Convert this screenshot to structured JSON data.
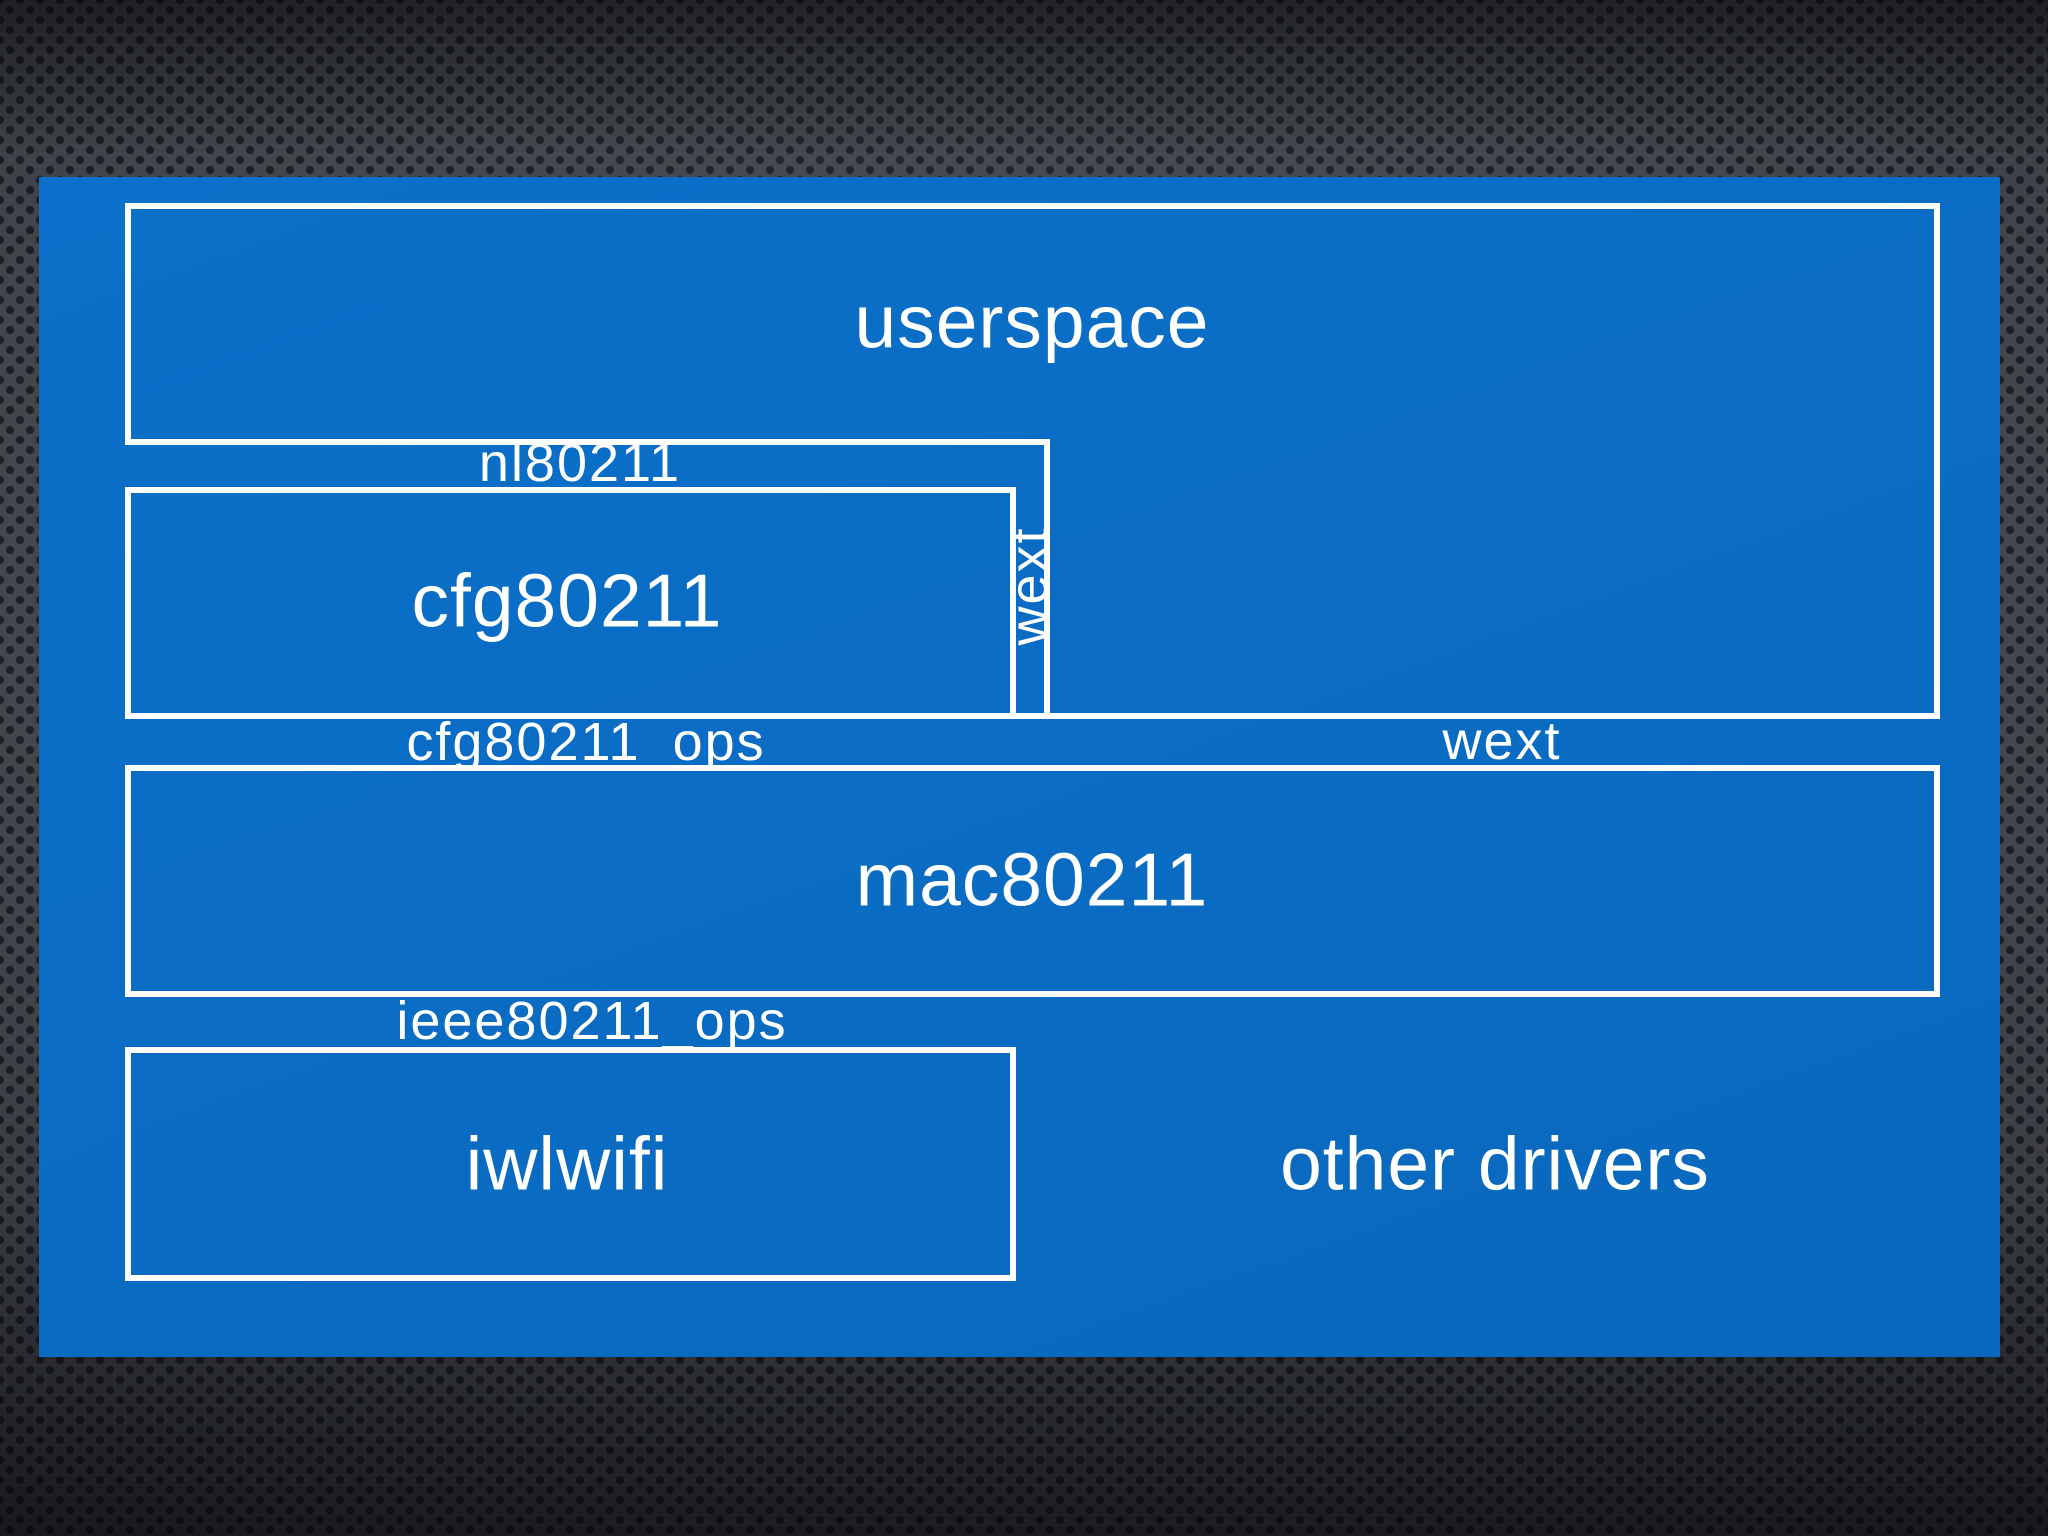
{
  "slide": {
    "boxes": {
      "userspace": {
        "label": "userspace"
      },
      "cfg80211": {
        "label": "cfg80211"
      },
      "mac80211": {
        "label": "mac80211"
      },
      "iwlwifi": {
        "label": "iwlwifi"
      }
    },
    "labels": {
      "nl80211": "nl80211",
      "wext_vertical": "wext",
      "cfg80211_ops": "cfg80211_ops",
      "wext": "wext",
      "ieee80211_ops": "ieee80211_ops",
      "other_drivers": "other drivers"
    },
    "colors": {
      "panel_blue": "#0a6cc4",
      "border_white": "#ffffff",
      "background_dark": "#43464c",
      "dot_dark": "#1d2027"
    }
  }
}
